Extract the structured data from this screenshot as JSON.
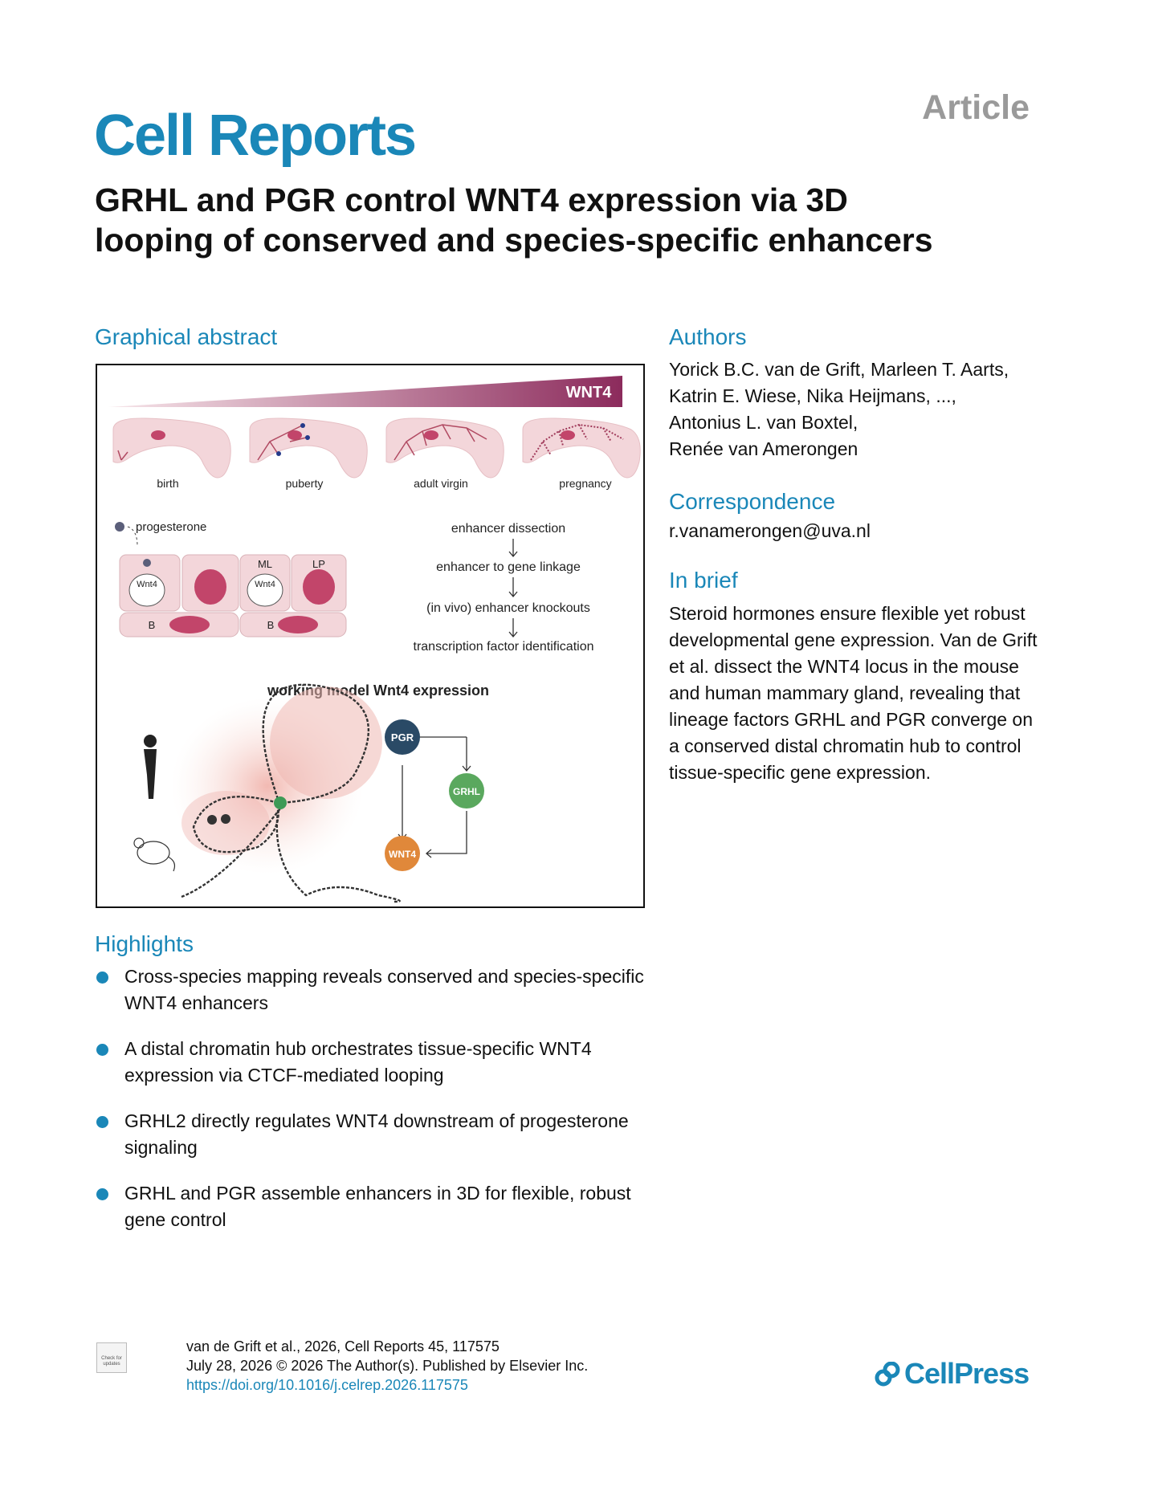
{
  "header": {
    "article_label": "Article",
    "journal": "Cell Reports",
    "title": "GRHL and PGR control WNT4 expression via 3D looping of conserved and species-specific enhancers"
  },
  "graphical_abstract": {
    "heading": "Graphical abstract",
    "gradient_label": "WNT4",
    "stages": [
      "birth",
      "puberty",
      "adult virgin",
      "pregnancy"
    ],
    "progesterone_label": "progesterone",
    "cell_labels": {
      "wnt4_1": "Wnt4",
      "wnt4_2": "Wnt4",
      "ml": "ML",
      "lp": "LP",
      "b1": "B",
      "b2": "B"
    },
    "workflow": [
      "enhancer dissection",
      "enhancer to gene linkage",
      "(in vivo) enhancer knockouts",
      "transcription factor identification"
    ],
    "model_title": "working model Wnt4 expression",
    "nodes": {
      "pgr": "PGR",
      "grhl": "GRHL",
      "wnt4": "WNT4"
    },
    "colors": {
      "pgr": "#2a4a66",
      "grhl": "#5aa85e",
      "wnt4": "#e0883a",
      "gradient_end": "#8c2b5c",
      "tissue": "#f3d6da"
    }
  },
  "authors": {
    "heading": "Authors",
    "lines": [
      "Yorick B.C. van de Grift, Marleen T. Aarts,",
      "Katrin E. Wiese, Nika Heijmans, ...,",
      "Antonius L. van Boxtel,",
      "Renée van Amerongen"
    ]
  },
  "correspondence": {
    "heading": "Correspondence",
    "email": "r.vanamerongen@uva.nl"
  },
  "in_brief": {
    "heading": "In brief",
    "text": "Steroid hormones ensure flexible yet robust developmental gene expression. Van de Grift et al. dissect the WNT4 locus in the mouse and human mammary gland, revealing that lineage factors GRHL and PGR converge on a conserved distal chromatin hub to control tissue-specific gene expression."
  },
  "highlights": {
    "heading": "Highlights",
    "items": [
      "Cross-species mapping reveals conserved and species-specific WNT4 enhancers",
      "A distal chromatin hub orchestrates tissue-specific WNT4 expression via CTCF-mediated looping",
      "GRHL2 directly regulates WNT4 downstream of progesterone signaling",
      "GRHL and PGR assemble enhancers in 3D for flexible, robust gene control"
    ]
  },
  "footer": {
    "crossmark": "Check for updates",
    "citation_line1": "van de Grift et al., 2026, Cell Reports 45, 117575",
    "citation_line2": "July 28, 2026 © 2026 The Author(s). Published by Elsevier Inc.",
    "doi": "https://doi.org/10.1016/j.celrep.2026.117575",
    "publisher": "CellPress"
  }
}
